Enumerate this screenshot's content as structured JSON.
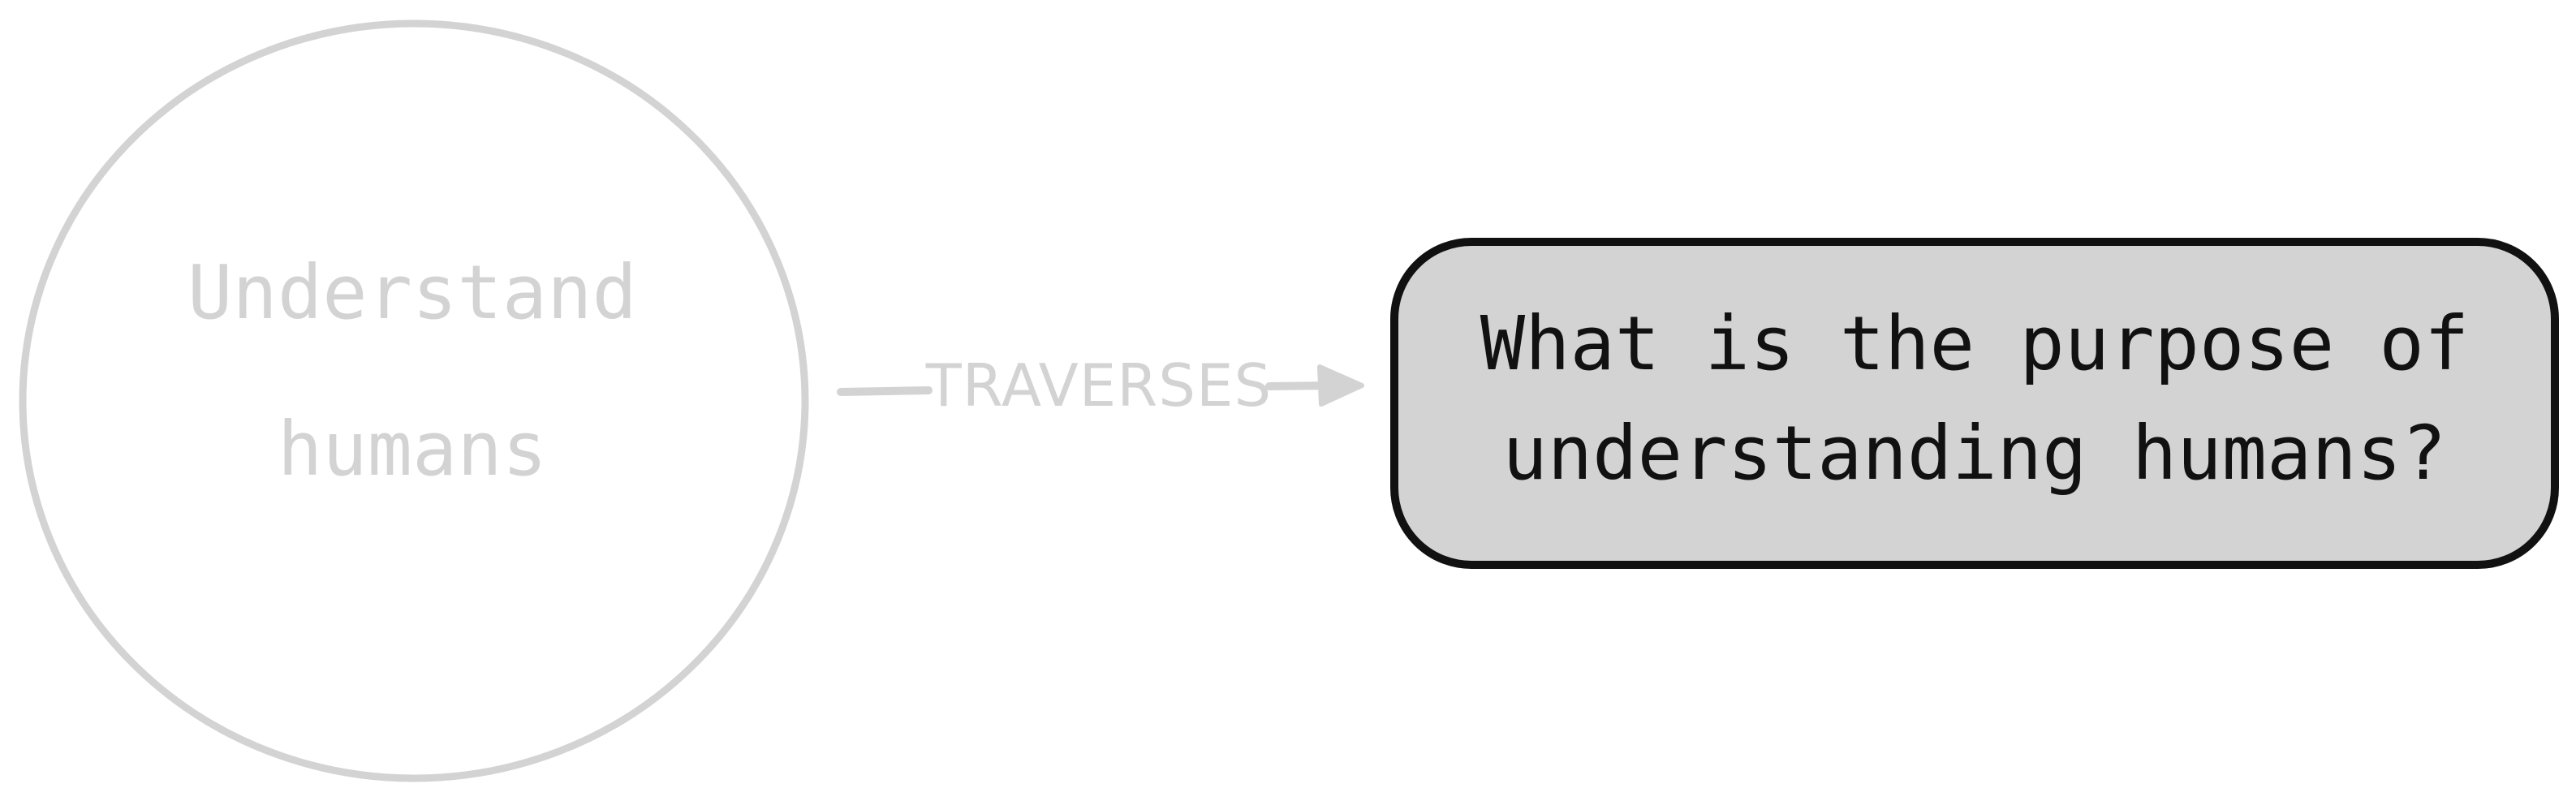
{
  "diagram": {
    "source_node": {
      "line1": "Understand",
      "line2": "humans",
      "shape": "ellipse",
      "stroke_color": "#d3d3d3",
      "text_color": "#d3d3d3"
    },
    "edge": {
      "label": "TRAVERSES",
      "color": "#d3d3d3",
      "direction": "source-to-target"
    },
    "target_node": {
      "line1": "What is the purpose of",
      "line2": "understanding humans?",
      "shape": "rounded-rectangle",
      "fill_color": "#d3d3d3",
      "stroke_color": "#111111",
      "text_color": "#111111"
    }
  }
}
